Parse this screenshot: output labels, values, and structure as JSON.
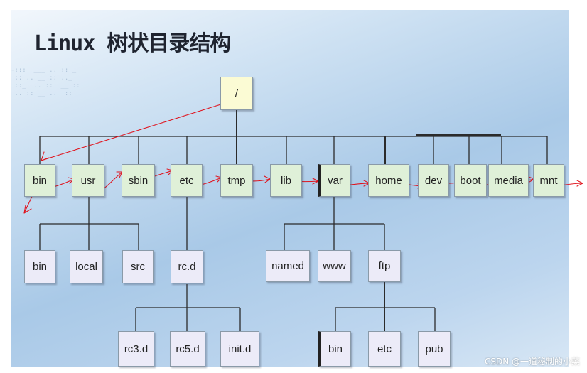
{
  "title": "Linux 树状目录结构",
  "root": "/",
  "level1": [
    "bin",
    "usr",
    "sbin",
    "etc",
    "tmp",
    "lib",
    "var",
    "home",
    "dev",
    "boot",
    "media",
    "mnt"
  ],
  "usr_children": [
    "bin",
    "local",
    "src"
  ],
  "etc_children": [
    "rc.d"
  ],
  "rcd_children": [
    "rc3.d",
    "rc5.d",
    "init.d"
  ],
  "var_children": [
    "named",
    "www",
    "ftp"
  ],
  "ftp_children": [
    "bin",
    "etc",
    "pub"
  ],
  "watermark": "CSDN @一道秘制的小菜",
  "colors": {
    "level1_fill": "#dff0d8",
    "child_fill": "#ecebf8",
    "root_fill": "#fbfbd4",
    "arrow": "#e0141e"
  }
}
